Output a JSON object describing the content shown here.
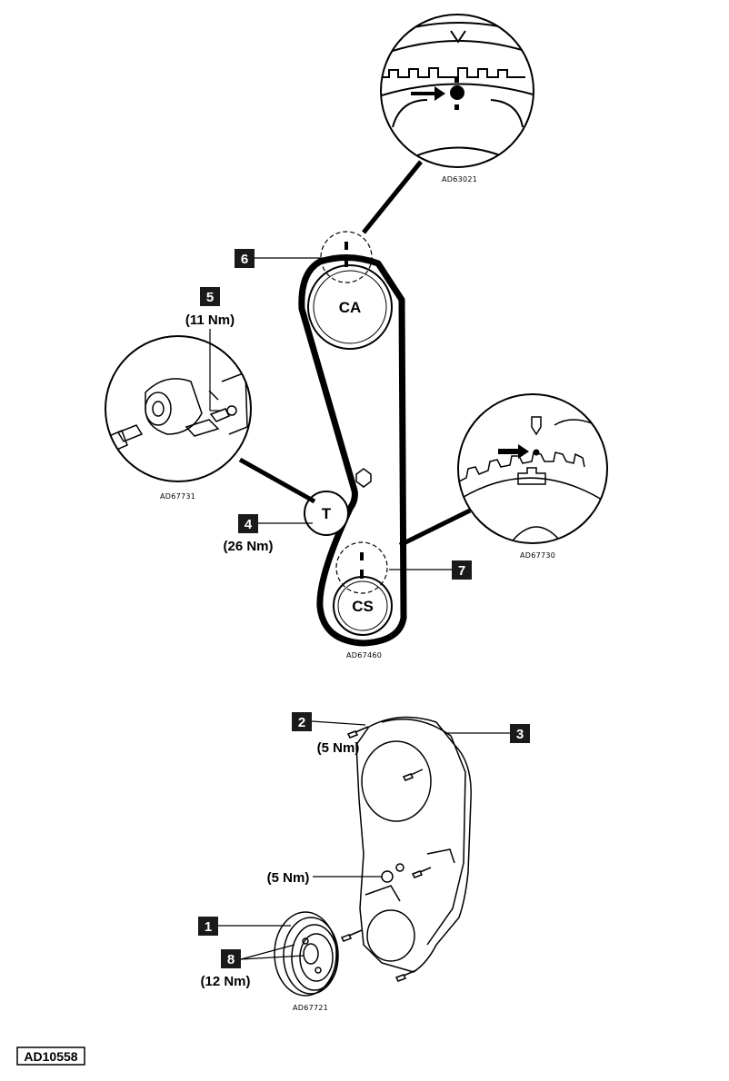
{
  "callouts": {
    "c1": "1",
    "c2": "2",
    "c3": "3",
    "c4": "4",
    "c5": "5",
    "c6": "6",
    "c7": "7",
    "c8": "8"
  },
  "torques": {
    "tensioner_bolt": "(11 Nm)",
    "tensioner": "(26 Nm)",
    "cover_upper": "(5 Nm)",
    "cover_middle": "(5 Nm)",
    "crank_pulley": "(12 Nm)"
  },
  "pulleys": {
    "camshaft": "CA",
    "crankshaft": "CS",
    "tensioner": "T"
  },
  "codes": {
    "cam_detail": "AD63021",
    "tensioner_detail": "AD67731",
    "crank_detail": "AD67730",
    "belt_layout": "AD67460",
    "cover": "AD67721",
    "figure_ref": "AD10558"
  },
  "colors": {
    "ink": "#000000",
    "paper": "#ffffff",
    "badge": "#1a1a1a"
  }
}
